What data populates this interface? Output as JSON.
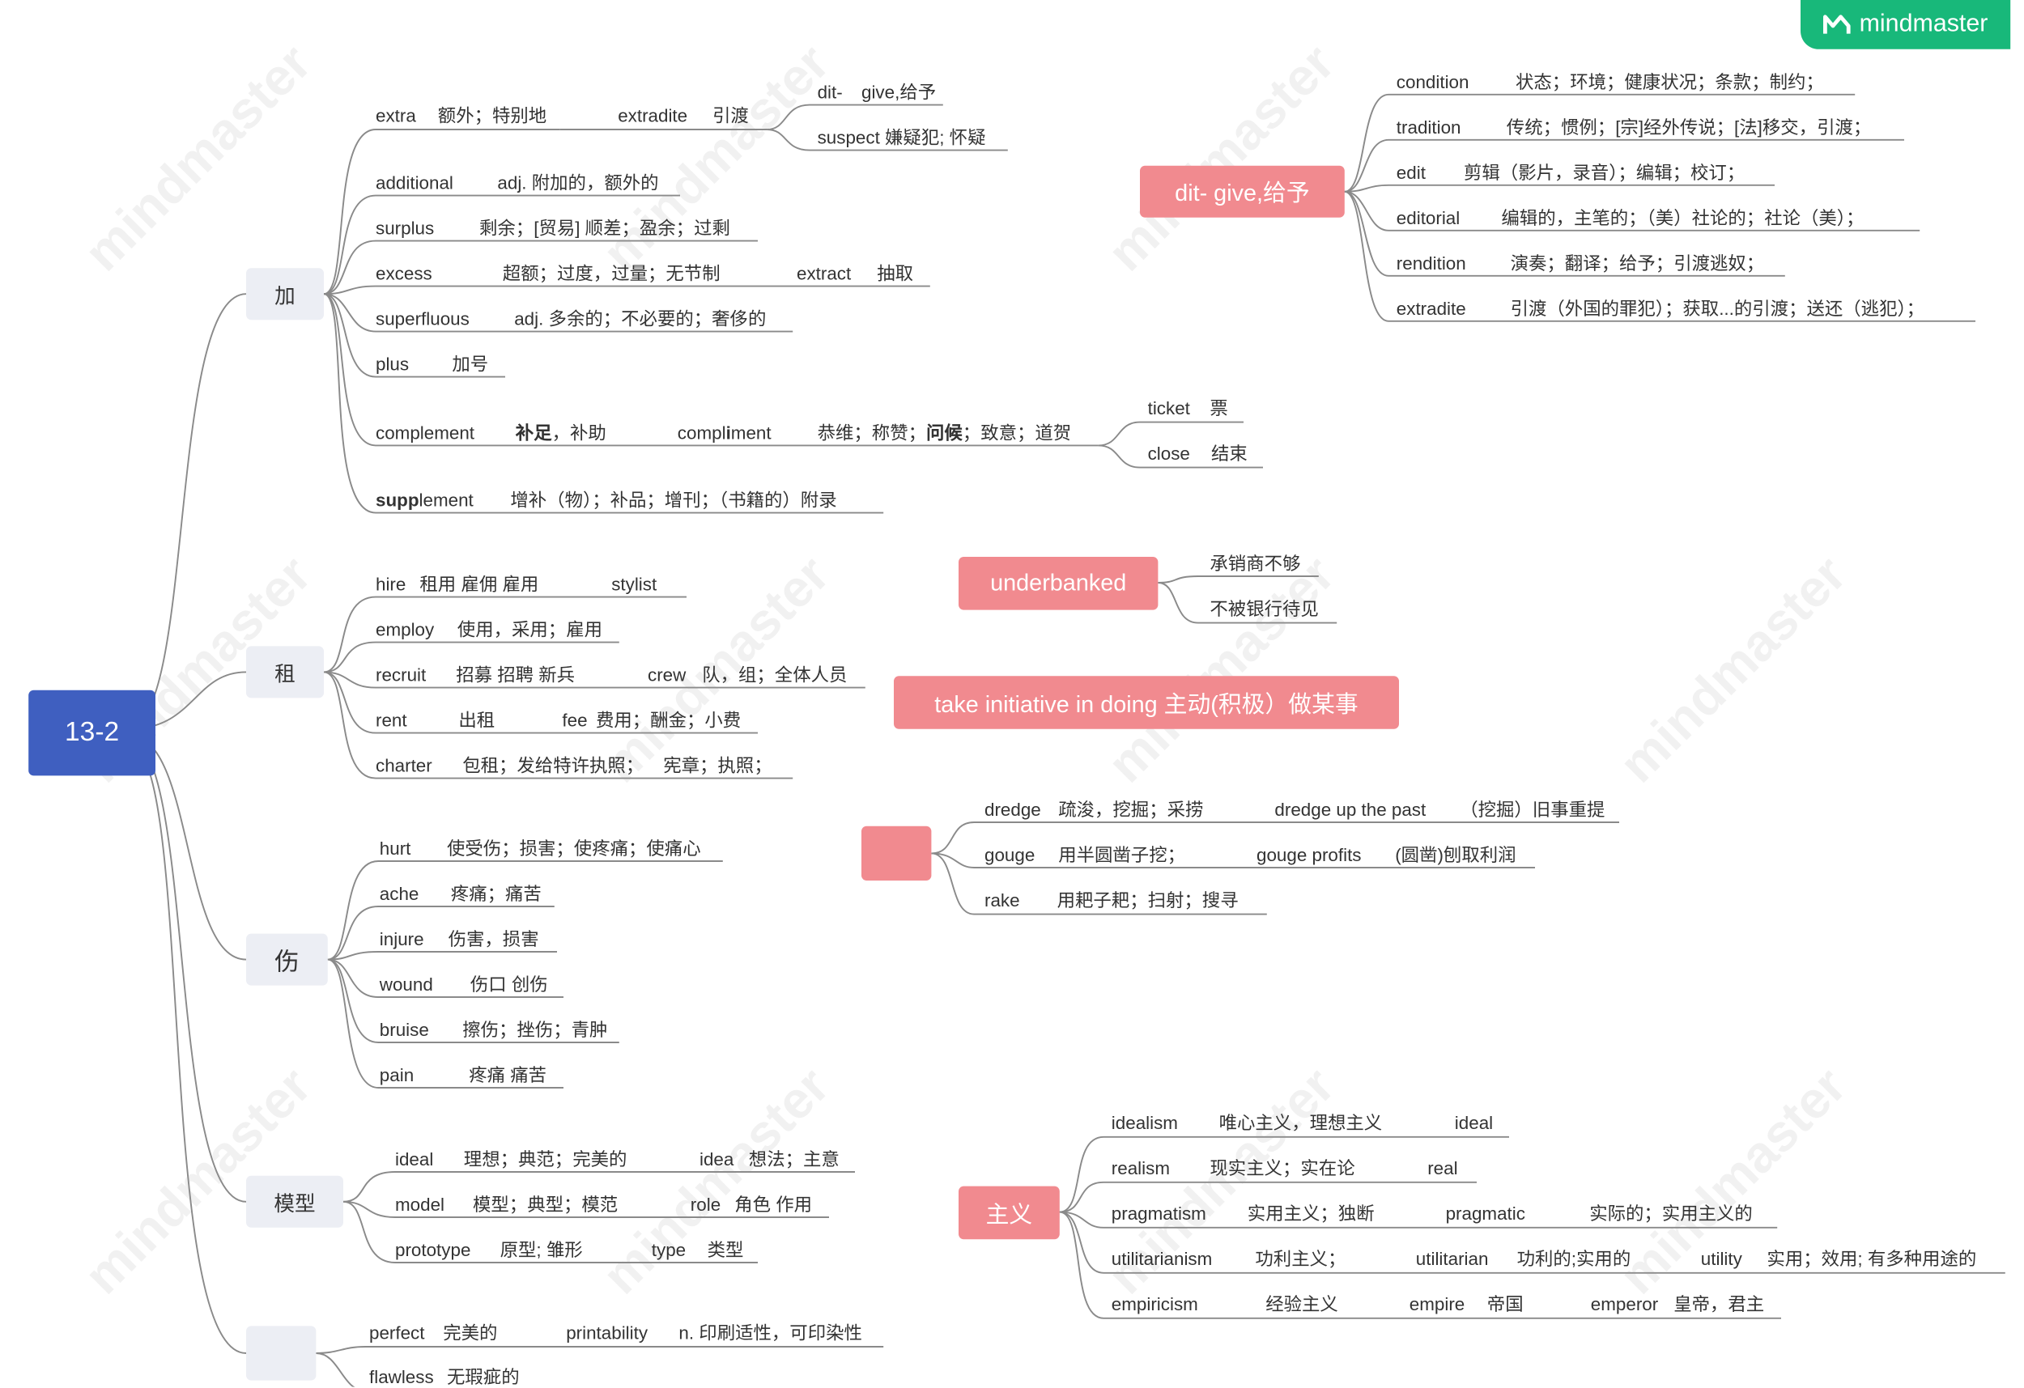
{
  "brand": {
    "name": "mindmaster",
    "watermark": "mindmaster",
    "color": "#18b87a"
  },
  "root": {
    "label": "13-2",
    "color": "#3f5fc0"
  },
  "branches": {
    "jia": {
      "label": "加",
      "items": {
        "extra": "extra",
        "extra_m": "额外；特别地",
        "extradite": "extradite",
        "extradite_m": "引渡",
        "dit": "dit-",
        "dit_m": "give,给予",
        "suspect": "suspect 嫌疑犯; 怀疑",
        "additional": "additional",
        "additional_m": "adj. 附加的，额外的",
        "surplus": "surplus",
        "surplus_m": "剩余；[贸易] 顺差；盈余；过剩",
        "excess": "excess",
        "excess_m": "超额；过度，过量；无节制",
        "extract": "extract",
        "extract_m": "抽取",
        "superfluous": "superfluous",
        "superfluous_m": "adj. 多余的；不必要的；奢侈的",
        "plus": "plus",
        "plus_m": "加号",
        "complement": "complement",
        "complement_m1": "补足",
        "complement_m2": "，补助",
        "compli_a": "compl",
        "compli_b": "i",
        "compli_c": "ment",
        "compli_m1": "恭维；称赞；",
        "compli_m2": "问候",
        "compli_m3": "；致意；道贺",
        "ticket": "ticket",
        "ticket_m": "票",
        "close": "close",
        "close_m": "结束",
        "supp_a": "supp",
        "supp_b": "lement",
        "supplement_m": "增补（物）；补品；增刊；（书籍的）附录"
      }
    },
    "zu": {
      "label": "租",
      "items": {
        "hire": "hire",
        "hire_m": "租用 雇佣 雇用",
        "stylist": "stylist",
        "employ": "employ",
        "employ_m": "使用，采用；雇用",
        "recruit": "recruit",
        "recruit_m": "招募 招聘 新兵",
        "crew": "crew",
        "crew_m": "队，组；全体人员",
        "rent": "rent",
        "rent_m": "出租",
        "fee": "fee",
        "fee_m": "费用；酬金；小费",
        "charter": "charter",
        "charter_m": "包租；发给特许执照；",
        "charter_m2": "宪章；执照；"
      }
    },
    "shang": {
      "label": "伤",
      "items": {
        "hurt": "hurt",
        "hurt_m": "使受伤；损害；使疼痛；使痛心",
        "ache": "ache",
        "ache_m": "疼痛；痛苦",
        "injure": "injure",
        "injure_m": "伤害，损害",
        "wound": "wound",
        "wound_m": "伤口 创伤",
        "bruise": "bruise",
        "bruise_m": "擦伤；挫伤；青肿",
        "pain": "pain",
        "pain_m": "疼痛 痛苦"
      }
    },
    "moxing": {
      "label": "模型",
      "items": {
        "ideal": "ideal",
        "ideal_m": "理想；典范；完美的",
        "idea": "idea",
        "idea_m": "想法；主意",
        "model": "model",
        "model_m": "模型；典型；模范",
        "role": "role",
        "role_m": "角色 作用",
        "prototype": "prototype",
        "prototype_m": "原型; 雏形",
        "type": "type",
        "type_m": "类型"
      }
    },
    "blank": {
      "label": "",
      "items": {
        "perfect": "perfect",
        "perfect_m": "完美的",
        "printability": "printability",
        "printability_m": "n. 印刷适性，可印染性",
        "flawless": "flawless",
        "flawless_m": "无瑕疵的"
      }
    }
  },
  "floating": {
    "dit": {
      "label": "dit-  give,给予",
      "items": {
        "condition": "condition",
        "condition_m": "状态；环境；健康状况；条款；制约；",
        "tradition": "tradition",
        "tradition_m": "传统；惯例；[宗]经外传说；[法]移交，引渡；",
        "edit": "edit",
        "edit_m": "剪辑（影片，录音）；编辑；校订；",
        "editorial": "editorial",
        "editorial_m": "编辑的，主笔的；（美）社论的；社论（美）；",
        "rendition": "rendition",
        "rendition_m": "演奏；翻译；给予；引渡逃奴；",
        "extradite": "extradite",
        "extradite_m": "引渡（外国的罪犯）；获取...的引渡；送还（逃犯）；"
      }
    },
    "underbanked": {
      "label": "underbanked",
      "items": {
        "a": "承销商不够",
        "b": "不被银行待见"
      }
    },
    "initiative": {
      "label": "take initiative in  doing    主动(积极）做某事"
    },
    "dredge": {
      "label": "",
      "items": {
        "dredge": "dredge",
        "dredge_m": "疏浚，挖掘；采捞",
        "dredge_up": "dredge up the past",
        "dredge_up_m": "（挖掘）旧事重提",
        "gouge": "gouge",
        "gouge_m": "用半圆凿子挖；",
        "gouge_profits": "gouge profits",
        "gouge_profits_m": "(圆凿)刨取利润",
        "rake": "rake",
        "rake_m": "用耙子耙；扫射；搜寻"
      }
    },
    "zhuyi": {
      "label": "主义",
      "items": {
        "idealism": "idealism",
        "idealism_m": "唯心主义，理想主义",
        "ideal": "ideal",
        "realism": "realism",
        "realism_m": "现实主义；实在论",
        "real": "real",
        "pragmatism": "pragmatism",
        "pragmatism_m": "实用主义；独断",
        "pragmatic": "pragmatic",
        "pragmatic_m": "实际的；实用主义的",
        "utilitarianism": "utilitarianism",
        "utilitarianism_m": "功利主义；",
        "utilitarian": "utilitarian",
        "utilitarian_m": "功利的;实用的",
        "utility": "utility",
        "utility_m": "实用；效用; 有多种用途的",
        "empiricism": "empiricism",
        "empiricism_m": "经验主义",
        "empire": "empire",
        "empire_m": "帝国",
        "emperor": "emperor",
        "emperor_m": "皇帝，君主"
      }
    }
  },
  "colors": {
    "accent_pink": "#f18a8f",
    "line": "#888888",
    "branch_bg": "#eceef4"
  }
}
